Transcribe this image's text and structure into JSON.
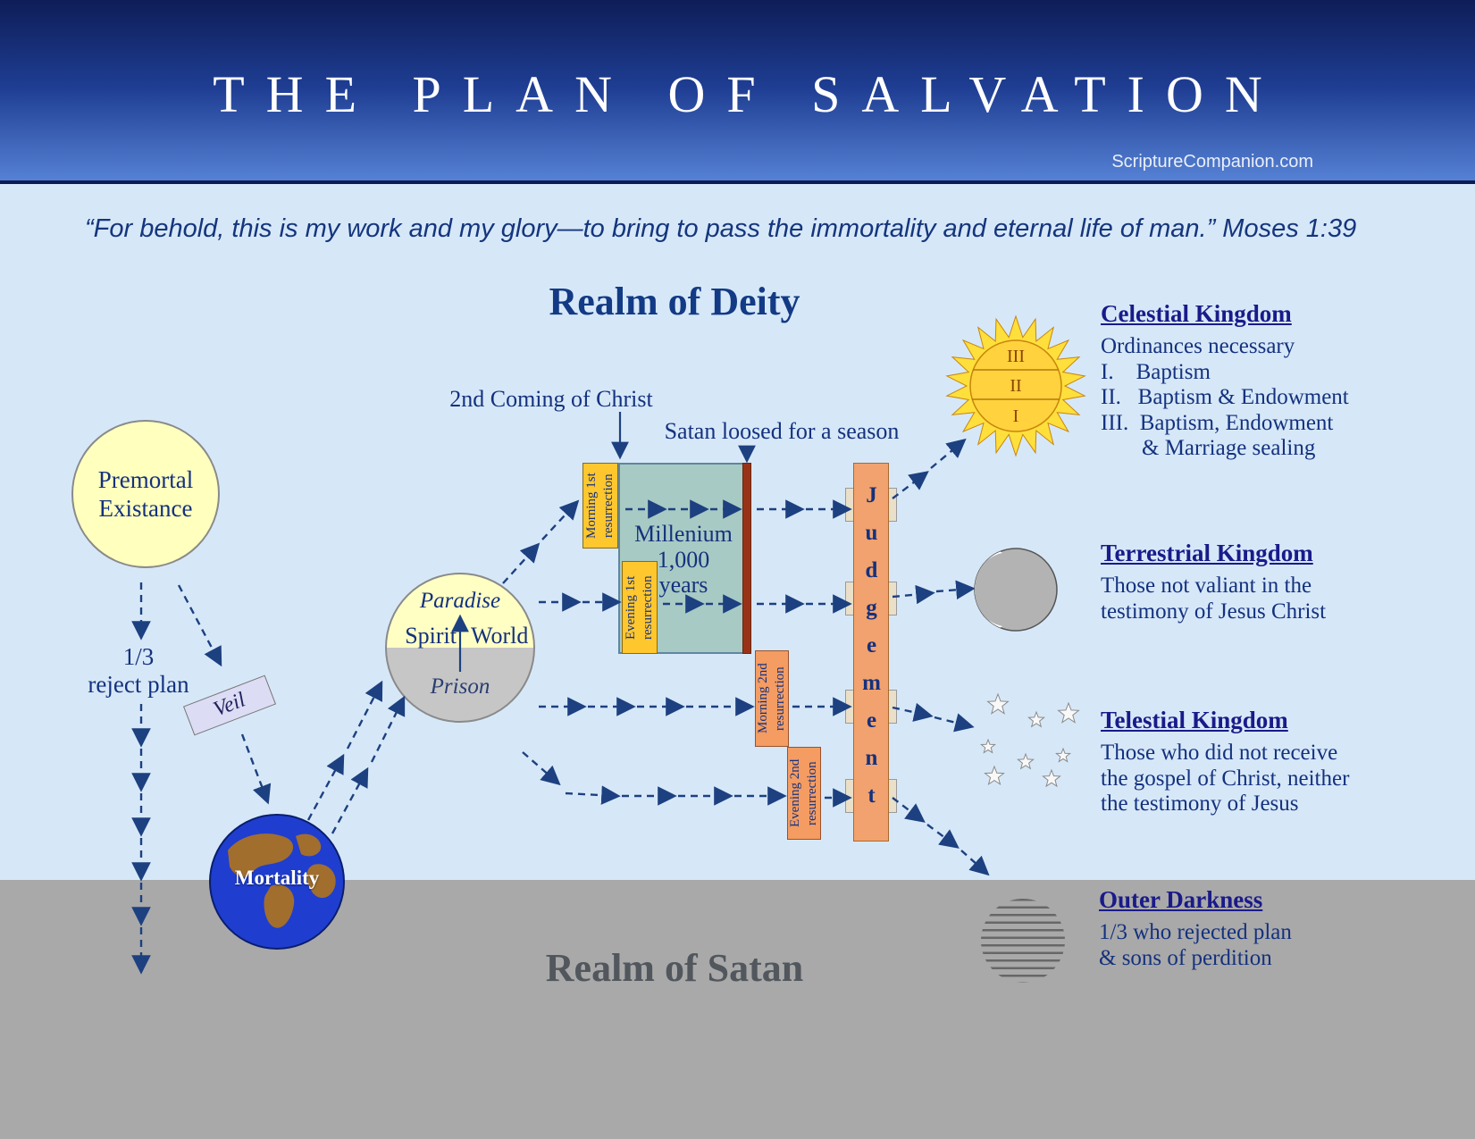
{
  "header": {
    "title": "THE PLAN OF SALVATION",
    "site": "ScriptureCompanion.com"
  },
  "quote": "“For behold, this is my work and my glory—to bring to pass the immortality and eternal life of man.”  Moses 1:39",
  "realms": {
    "deity": "Realm of Deity",
    "satan": "Realm of Satan"
  },
  "nodes": {
    "premortal": {
      "line1": "Premortal",
      "line2": "Existance"
    },
    "reject": {
      "line1": "1/3",
      "line2": "reject plan"
    },
    "veil": "Veil",
    "mortality": "Mortality",
    "spirit_world": {
      "paradise": "Paradise",
      "spirit": "Spirit",
      "world": "World",
      "prison": "Prison"
    },
    "second_coming": "2nd Coming of Christ",
    "satan_loosed": "Satan loosed for a season",
    "millennium": {
      "line1": "Millenium",
      "line2": "1,000",
      "line3": "years"
    },
    "resurrections": {
      "morning1": "Morning 1st resurrection",
      "evening1": "Evening 1st resurrection",
      "morning2": "Morning 2nd resurrection",
      "evening2": "Evening 2nd resurrection"
    },
    "judgement": "Judgement",
    "sun_levels": {
      "top": "III",
      "middle": "II",
      "bottom": "I"
    }
  },
  "kingdoms": {
    "celestial": {
      "title": "Celestial Kingdom",
      "lines": [
        "Ordinances necessary",
        "I.    Baptism",
        "II.   Baptism & Endowment",
        "III.  Baptism, Endowment",
        "& Marriage sealing"
      ]
    },
    "terrestrial": {
      "title": "Terrestrial Kingdom",
      "lines": [
        "Those not valiant in the",
        "testimony of Jesus Christ"
      ]
    },
    "telestial": {
      "title": "Telestial Kingdom",
      "lines": [
        "Those who did not receive",
        "the gospel of Christ, neither",
        "the testimony of Jesus"
      ]
    },
    "outer_darkness": {
      "title": "Outer Darkness",
      "lines": [
        "1/3 who rejected plan",
        "& sons of perdition"
      ]
    }
  },
  "colors": {
    "accent_navy": "#14317e",
    "gold": "#ffc72e",
    "salmon": "#f49c62",
    "millennium_teal": "#a8cac4",
    "satan_bar": "#993317",
    "gray_realm": "#a9a9a9"
  }
}
